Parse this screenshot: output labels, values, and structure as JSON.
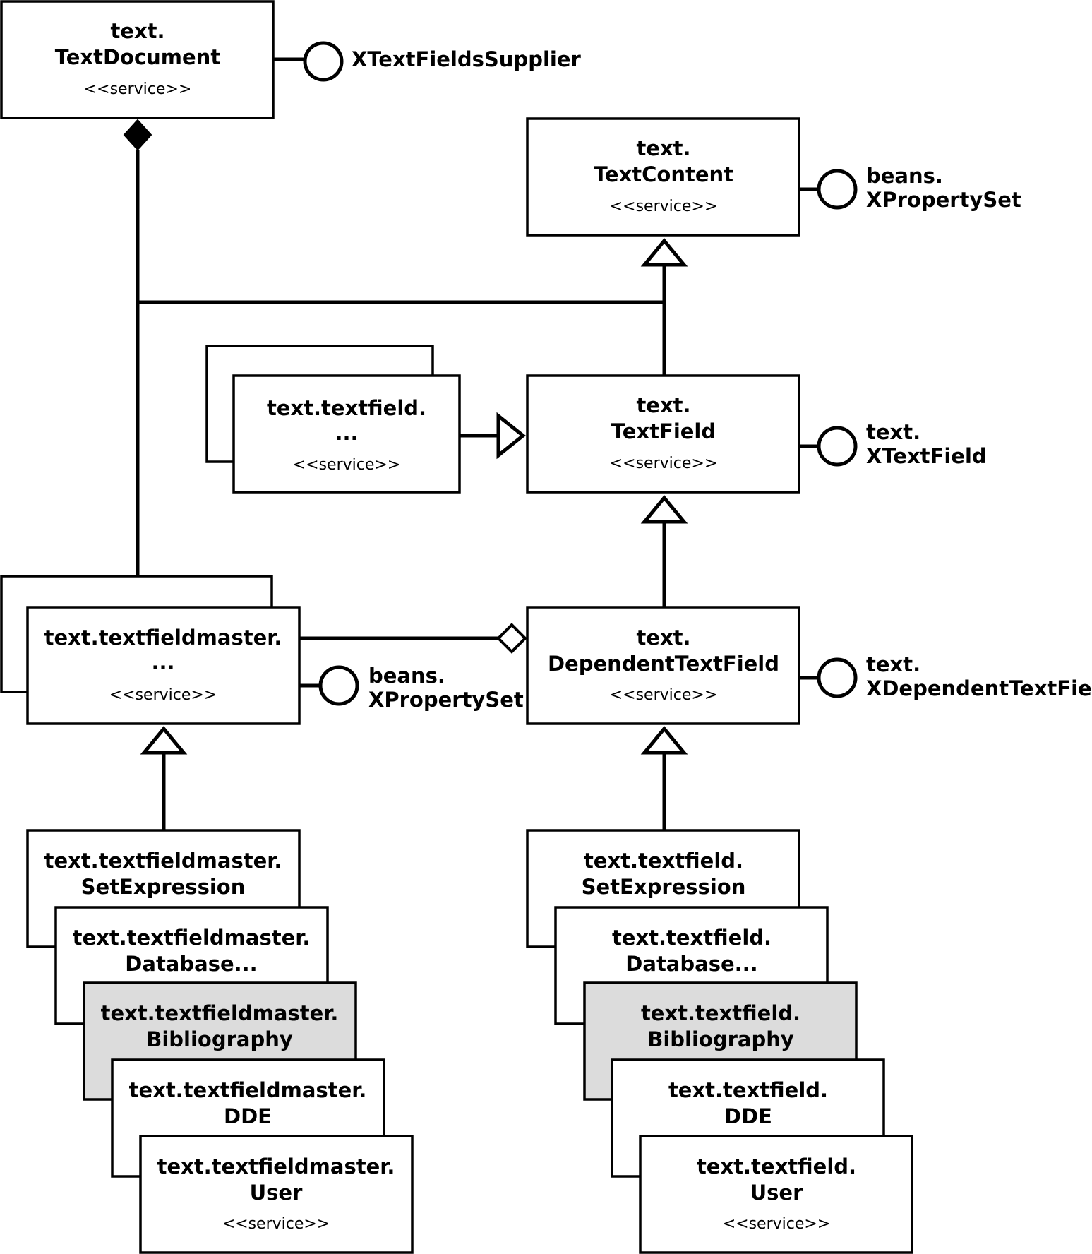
{
  "stereotype": "<<service>>",
  "services": {
    "text_document": {
      "line1": "text.",
      "line2": "TextDocument"
    },
    "text_content": {
      "line1": "text.",
      "line2": "TextContent"
    },
    "text_field_generic": {
      "line1": "text.textfield.",
      "line2": "..."
    },
    "text_field": {
      "line1": "text.",
      "line2": "TextField"
    },
    "textfieldmaster_generic": {
      "line1": "text.textfieldmaster.",
      "line2": "..."
    },
    "dependent_text_field": {
      "line1": "text.",
      "line2": "DependentTextField"
    }
  },
  "interfaces": {
    "text_fields_supplier": {
      "line1": "XTextFieldsSupplier",
      "line2": ""
    },
    "content_property_set": {
      "line1": "beans.",
      "line2": "XPropertySet"
    },
    "x_text_field": {
      "line1": "text.",
      "line2": "XTextField"
    },
    "master_property_set": {
      "line1": "beans.",
      "line2": "XPropertySet"
    },
    "x_dependent_text_field": {
      "line1": "text.",
      "line2": "XDependentTextField"
    }
  },
  "master_stack": [
    {
      "line1": "text.textfieldmaster.",
      "line2": "SetExpression"
    },
    {
      "line1": "text.textfieldmaster.",
      "line2": "Database..."
    },
    {
      "line1": "text.textfieldmaster.",
      "line2": "Bibliography"
    },
    {
      "line1": "text.textfieldmaster.",
      "line2": "DDE"
    },
    {
      "line1": "text.textfieldmaster.",
      "line2": "User"
    }
  ],
  "field_stack": [
    {
      "line1": "text.textfield.",
      "line2": "SetExpression"
    },
    {
      "line1": "text.textfield.",
      "line2": "Database..."
    },
    {
      "line1": "text.textfield.",
      "line2": "Bibliography"
    },
    {
      "line1": "text.textfield.",
      "line2": "DDE"
    },
    {
      "line1": "text.textfield.",
      "line2": "User"
    }
  ],
  "highlight_color": "#dcdcdc"
}
